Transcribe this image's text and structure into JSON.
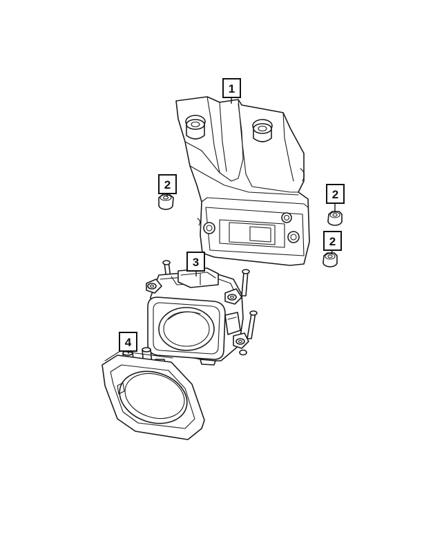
{
  "callouts": {
    "c1": "1",
    "c2a": "2",
    "c2b": "2",
    "c2c": "2",
    "c3": "3",
    "c4": "4"
  },
  "colors": {
    "line": "#1a1a1a",
    "background": "#ffffff"
  },
  "parts": [
    "bracket",
    "nut",
    "nut",
    "nut",
    "sensor-module",
    "bezel"
  ]
}
